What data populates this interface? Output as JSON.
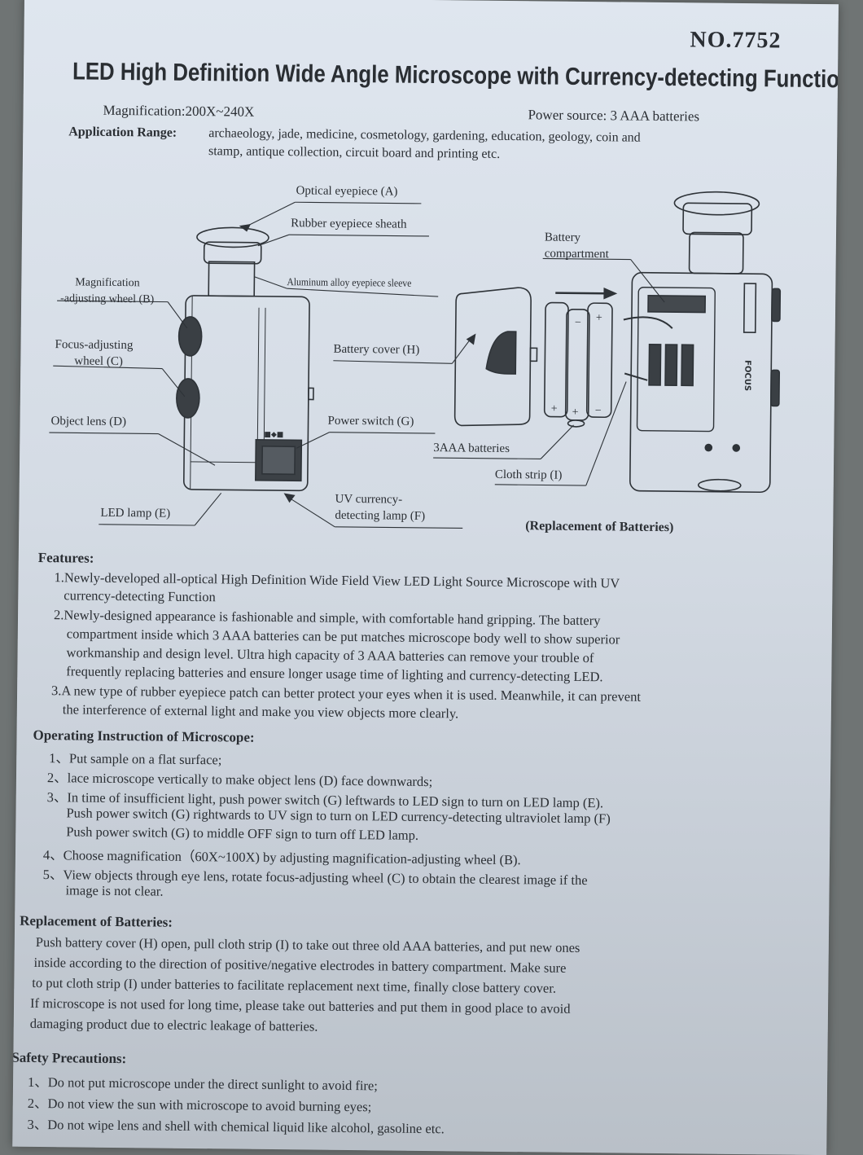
{
  "header": {
    "model_no": "NO.7752",
    "title": "LED High Definition Wide Angle Microscope with Currency-detecting Function",
    "magnification": "Magnification:200X~240X",
    "power_source": "Power source: 3 AAA batteries",
    "application_label": "Application Range:",
    "application_line1": "archaeology, jade, medicine, cosmetology, gardening, education, geology, coin and",
    "application_line2": "stamp, antique collection, circuit board and printing etc."
  },
  "diagram": {
    "callouts": {
      "optical_eyepiece": "Optical eyepiece (A)",
      "rubber_sheath": "Rubber eyepiece sheath",
      "aluminum_sleeve": "Aluminum alloy eyepiece sleeve",
      "magnification_wheel_1": "Magnification",
      "magnification_wheel_2": "-adjusting wheel (B)",
      "focus_wheel_1": "Focus-adjusting",
      "focus_wheel_2": "wheel (C)",
      "battery_cover": "Battery cover (H)",
      "object_lens": "Object lens (D)",
      "power_switch": "Power switch (G)",
      "led_lamp": "LED lamp (E)",
      "uv_lamp_1": "UV currency-",
      "uv_lamp_2": "detecting lamp (F)",
      "battery_compartment_1": "Battery",
      "battery_compartment_2": "compartment",
      "aaa_batteries": "3AAA batteries",
      "cloth_strip": "Cloth strip (I)",
      "focus_label": "FOCUS"
    },
    "caption": "(Replacement of Batteries)"
  },
  "features": {
    "title": "Features:",
    "lines": [
      "1.Newly-developed all-optical High Definition Wide Field View LED Light Source Microscope with UV",
      "currency-detecting Function",
      "2.Newly-designed appearance is fashionable and simple, with comfortable hand gripping. The battery",
      "compartment inside which 3 AAA batteries can be put matches microscope body well to show superior",
      "workmanship and design level. Ultra high capacity of 3 AAA batteries can remove your trouble of",
      "frequently replacing batteries and ensure longer usage time of lighting and currency-detecting LED.",
      "3.A new type of rubber eyepiece patch can better protect your eyes when it is used. Meanwhile, it can prevent",
      "the interference of external light and make you view objects more clearly."
    ]
  },
  "operating": {
    "title": "Operating Instruction of Microscope:",
    "lines": [
      "1、Put sample on a flat surface;",
      "2、lace microscope vertically to make object lens (D) face downwards;",
      "3、In time of insufficient light, push power switch (G) leftwards to LED sign to turn on LED lamp (E).",
      "Push power switch (G) rightwards to UV sign to turn on LED currency-detecting ultraviolet lamp (F)",
      "Push power switch (G) to middle OFF sign to turn off LED lamp.",
      "4、Choose magnification（60X~100X) by adjusting magnification-adjusting wheel (B).",
      "5、View objects through eye lens, rotate focus-adjusting wheel (C) to obtain the clearest image if the",
      "image is not clear."
    ]
  },
  "replacement": {
    "title": "Replacement of Batteries:",
    "lines": [
      "Push battery cover (H) open, pull cloth strip (I) to take out three old AAA batteries, and put new ones",
      "inside according to the direction of positive/negative electrodes in battery compartment. Make sure",
      "to put cloth strip (I) under batteries to facilitate replacement next time, finally close battery cover.",
      "If microscope is not used for long time, please take out batteries and put them in good place to avoid",
      "damaging product due to electric leakage of batteries."
    ]
  },
  "safety": {
    "title": "Safety Precautions:",
    "lines": [
      "1、Do not put microscope under the direct sunlight to avoid fire;",
      "2、Do not view the sun with microscope to avoid burning eyes;",
      "3、Do not wipe lens and shell with chemical liquid like alcohol, gasoline etc."
    ]
  }
}
